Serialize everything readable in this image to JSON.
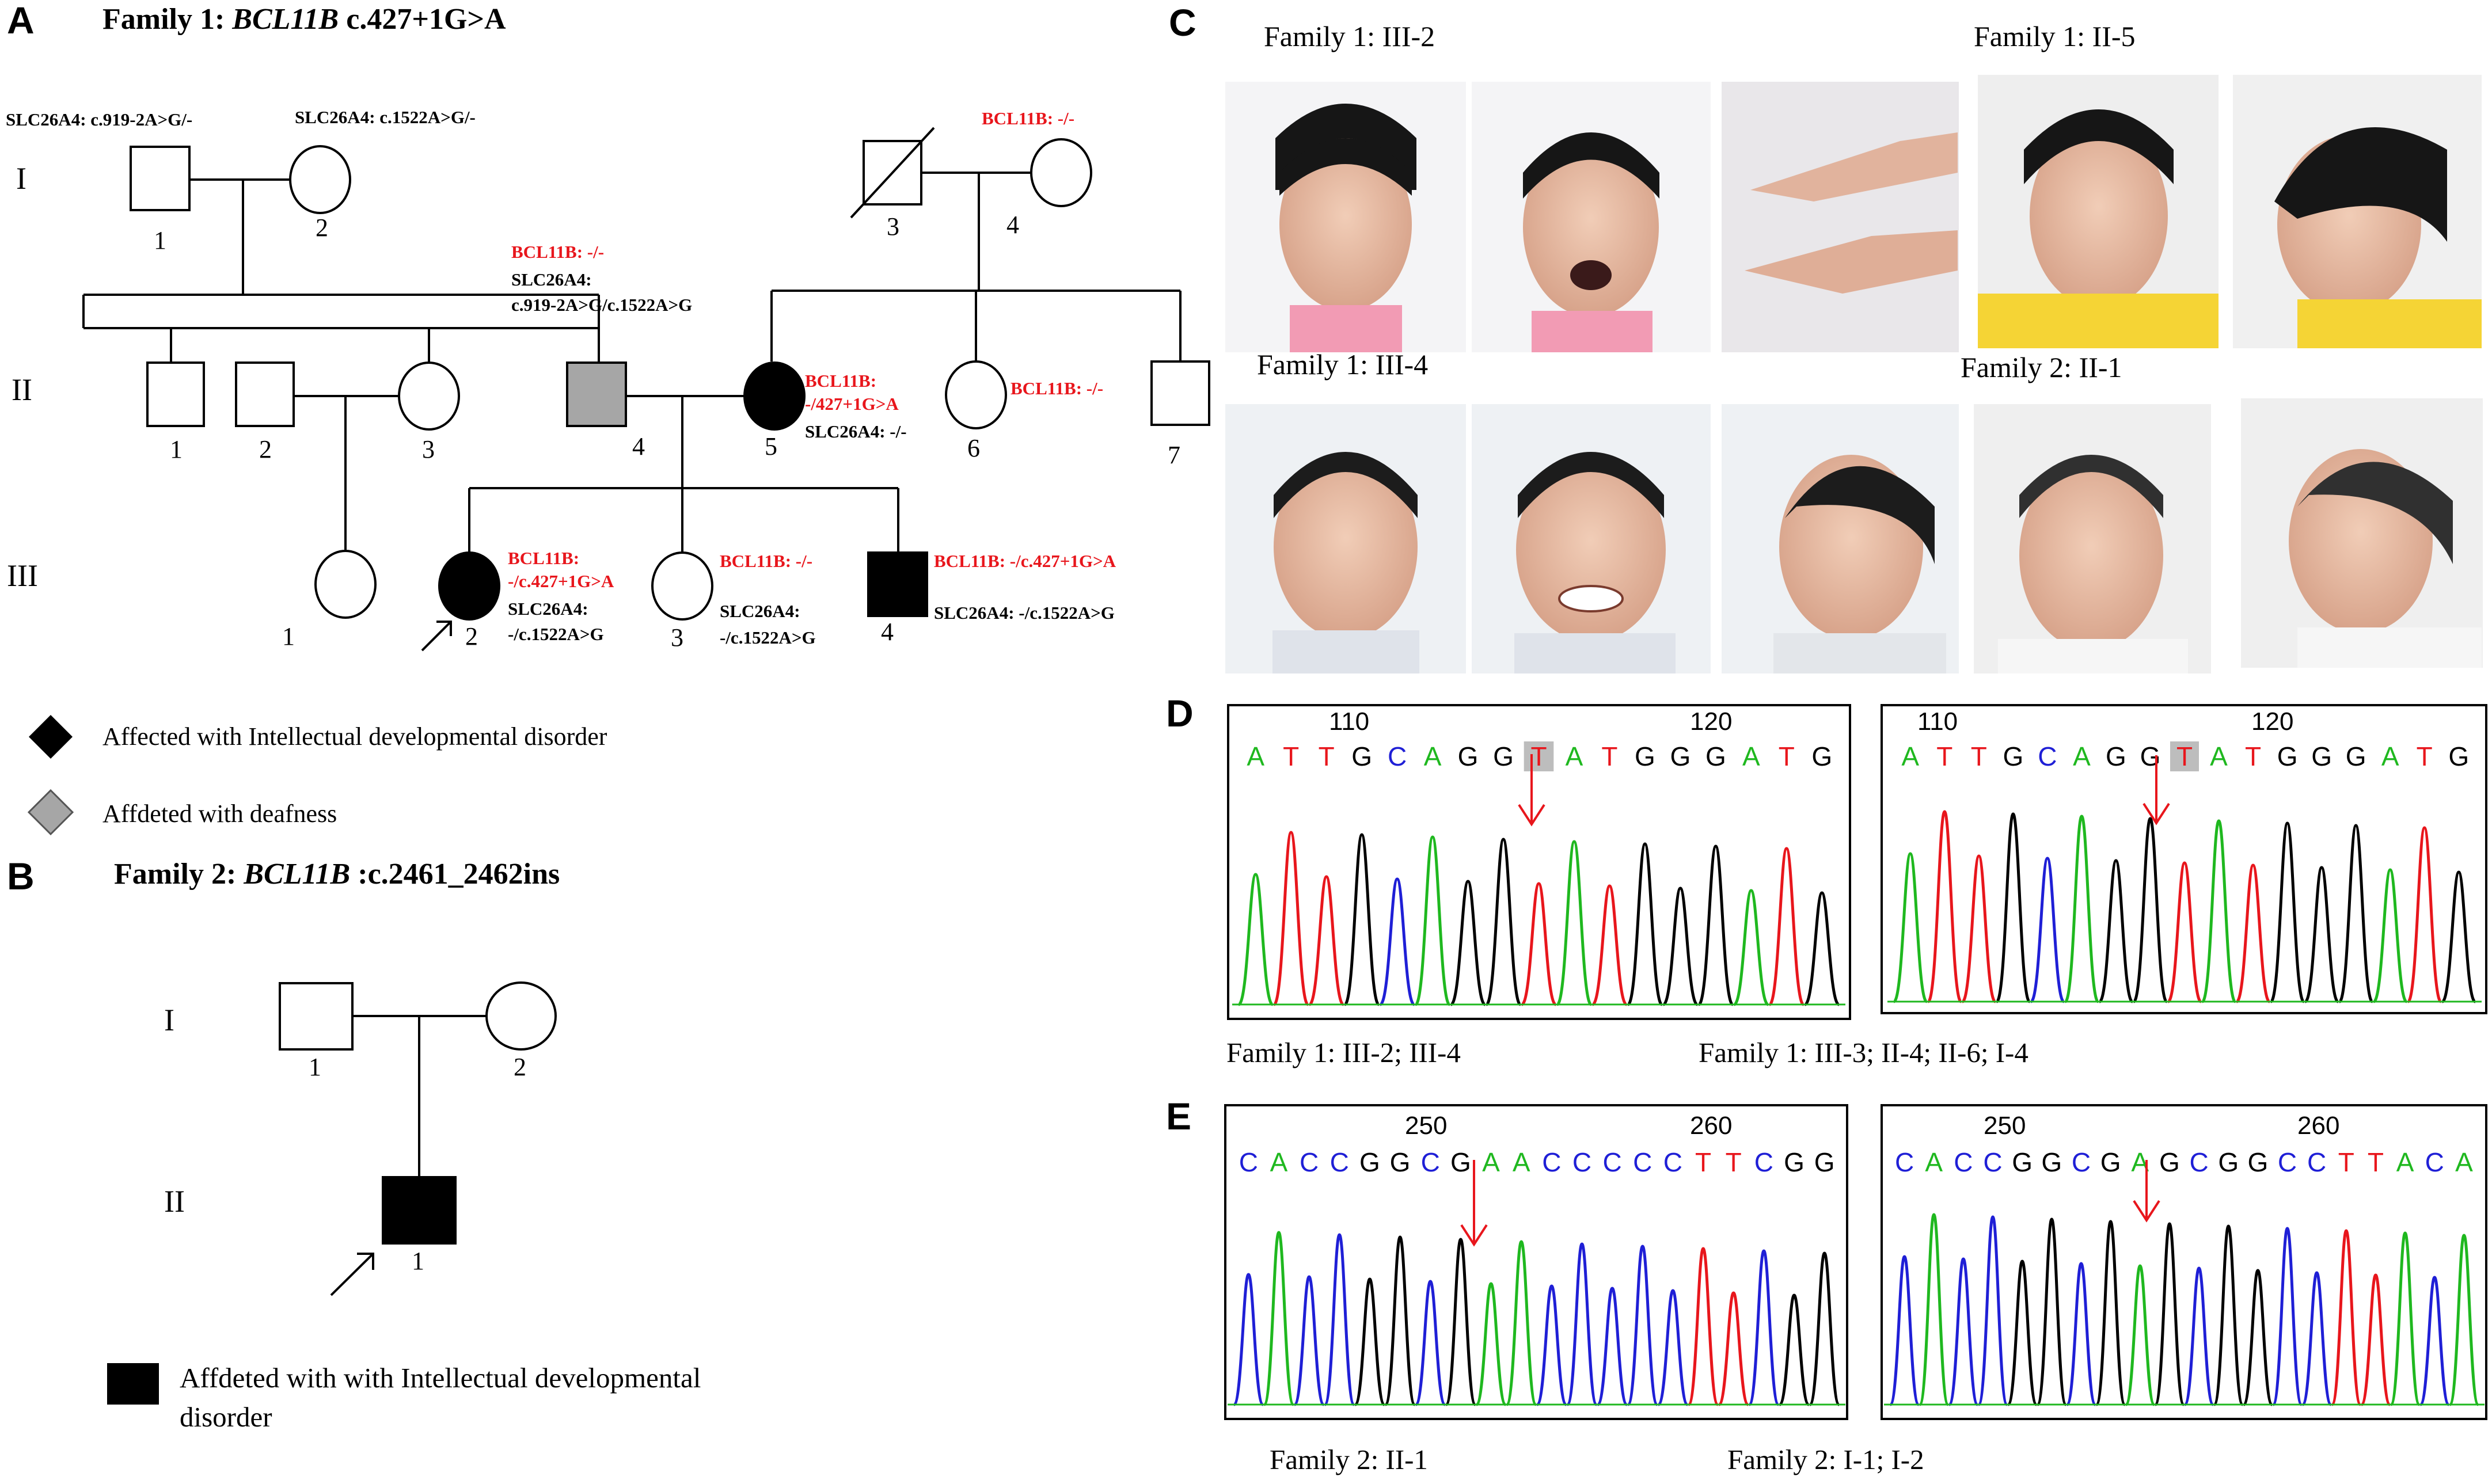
{
  "panels": {
    "A": "A",
    "B": "B",
    "C": "C",
    "D": "D",
    "E": "E"
  },
  "family1": {
    "title_prefix": "Family 1:  ",
    "gene": "BCL11B",
    "title_suffix": " c.427+1G>A",
    "generations": [
      "I",
      "II",
      "III"
    ],
    "individuals": {
      "I1": {
        "label": "1",
        "slc": "SLC26A4:  c.919-2A>G/-"
      },
      "I2": {
        "label": "2",
        "slc": "SLC26A4:  c.1522A>G/-"
      },
      "I3": {
        "label": "3"
      },
      "I4": {
        "label": "4",
        "bcl": "BCL11B:  -/-"
      },
      "II1": {
        "label": "1"
      },
      "II2": {
        "label": "2"
      },
      "II3": {
        "label": "3"
      },
      "II4": {
        "label": "4",
        "bcl": "BCL11B:  -/-",
        "slc1": "SLC26A4:",
        "slc2": "c.919-2A>G/c.1522A>G"
      },
      "II5": {
        "label": "5",
        "bcl1": "BCL11B:",
        "bcl2": "-/427+1G>A",
        "slc": "SLC26A4:  -/-"
      },
      "II6": {
        "label": "6",
        "bcl": "BCL11B:  -/-"
      },
      "II7": {
        "label": "7"
      },
      "III1": {
        "label": "1"
      },
      "III2": {
        "label": "2",
        "bcl1": "BCL11B:",
        "bcl2": "-/c.427+1G>A",
        "slc1": "SLC26A4:",
        "slc2": "-/c.1522A>G"
      },
      "III3": {
        "label": "3",
        "bcl": "BCL11B:  -/-",
        "slc1": "SLC26A4:",
        "slc2": "-/c.1522A>G"
      },
      "III4": {
        "label": "4",
        "bcl": "BCL11B:  -/c.427+1G>A",
        "slc": "SLC26A4:  -/c.1522A>G"
      }
    },
    "legend": [
      {
        "shape": "diamond",
        "color": "#000000",
        "text": "Affected with Intellectual developmental disorder"
      },
      {
        "shape": "diamond",
        "color": "#a6a6a6",
        "text": "Affdeted with deafness"
      }
    ]
  },
  "family2": {
    "title_prefix": "Family 2:   ",
    "gene": "BCL11B",
    "title_suffix": " :c.2461_2462ins",
    "generations": [
      "I",
      "II"
    ],
    "individuals": {
      "I1": {
        "label": "1"
      },
      "I2": {
        "label": "2"
      },
      "II1": {
        "label": "1"
      }
    },
    "legend_line1": "Affdeted with with Intellectual developmental",
    "legend_line2": "disorder"
  },
  "photos": {
    "labels": [
      "Family 1: III-2",
      "Family 1: II-5",
      "Family 1: III-4",
      "Family 2:   II-1"
    ]
  },
  "sequences": {
    "D_left": {
      "pos_a": "110",
      "pos_b": "120",
      "bases": "ATTGCAGGTATGGGATG",
      "caption": "Family 1: III-2; III-4"
    },
    "D_right": {
      "pos_a": "110",
      "pos_b": "120",
      "bases": "ATTGCAGGTATGGGATG",
      "caption": "Family 1: III-3; II-4; II-6; I-4"
    },
    "E_left": {
      "pos_a": "250",
      "pos_b": "260",
      "bases": "CACCGGCGAACCCCCTTCGG",
      "caption": "Family 2: II-1"
    },
    "E_right": {
      "pos_a": "250",
      "pos_b": "260",
      "bases": "CACCGGCGAGCGGCCTTACA",
      "caption": "Family 2: I-1; I-2"
    }
  },
  "colors": {
    "A": "#1fb81f",
    "T": "#e8161c",
    "G": "#000000",
    "C": "#1f1fd6",
    "mutation": "#e8161c",
    "deaf": "#a6a6a6"
  }
}
